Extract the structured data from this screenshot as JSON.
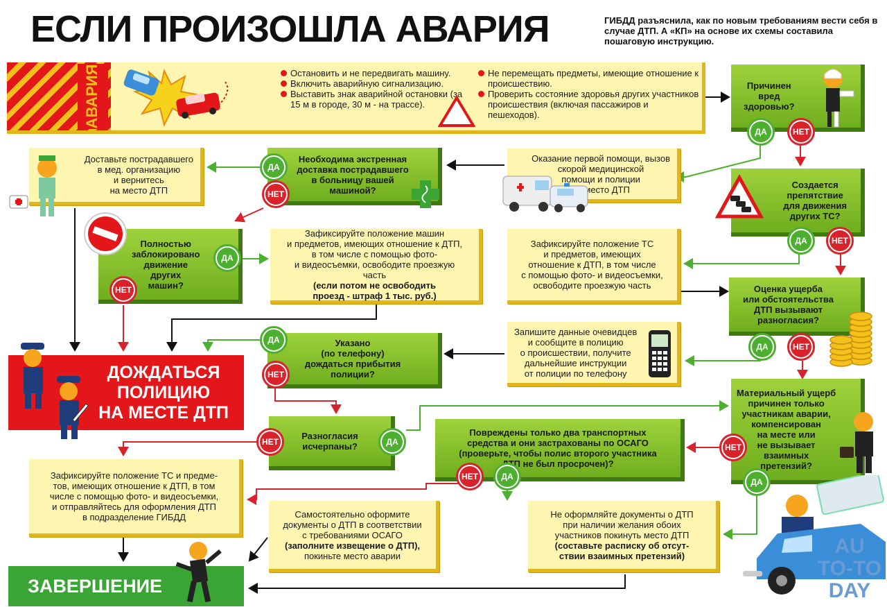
{
  "header": {
    "title": "ЕСЛИ ПРОИЗОШЛА АВАРИЯ",
    "subtitle": "ГИБДД разъяснила, как по новым требованиям вести себя в случае ДТП. А «КП» на основе их схемы составила пошаговую инструкцию."
  },
  "accident_panel": {
    "label": "АВАРИЯ",
    "bullets_left": [
      "Остановить и не передвигать машину.",
      "Включить аварийную сигнализацию.",
      "Выставить знак аварийной остановки (за 15 м в городе, 30 м - на трассе)."
    ],
    "bullets_right": [
      "Не перемещать предметы, имеющие отношение к происшествию.",
      "Проверить состояние здоровья других участников происшествия (включая пассажиров и пешеходов)."
    ]
  },
  "labels": {
    "yes": "ДА",
    "no": "НЕТ"
  },
  "nodes": {
    "health": "Причинен\nвред\nздоровью?",
    "first_aid": "Оказание первой помощи, вызов\nскорой медицинской\nпомощи и полиции\nна место ДТП",
    "emergency": "Необходима экстренная\nдоставка пострадавшего\nв больницу вашей\nмашиной?",
    "deliver": "Доставьте пострадавшего\nв мед. организацию\nи вернитесь\nна место ДТП",
    "obstacle": "Создается\nпрепятствие\nдля движения\nдругих ТС?",
    "blocked": "Полностью\nзаблокировано\nдвижение\nдругих\nмашин?",
    "fix_release_main": "Зафиксируйте положение машин\nи предметов, имеющих отношение к ДТП,\nв том числе с помощью фото-\nи видеосъемки, освободите проезжую\nчасть",
    "fix_release_bold": "(если потом не освободить\nпроезд -  штраф 1 тыс. руб.)",
    "fix_release2": "Зафиксируйте положение ТС\nи предметов, имеющих\nотношение к ДТП, в том числе\nс помощью фото- и видеосъемки,\nосвободите проезжую часть",
    "dispute": "Оценка ущерба\nили обстоятельства\nДТП вызывают\nразногласия?",
    "witnesses": "Запишите данные очевидцев\nи сообщите в полицию\nо происшествии, получите\nдальнейшие инструкции\nот полиции по телефону",
    "phone": "Указано\n(по телефону)\nдождаться прибытия\nполиции?",
    "wait_police": "ДОЖДАТЬСЯ\nПОЛИЦИЮ\nНА МЕСТЕ ДТП",
    "material": "Материальный ущерб\nпричинен только\nучастникам аварии,\nкомпенсирован\nна месте или\nне вызывает\nвзаимных\nпретензий?",
    "osago_q": "Повреждены только два транспортных\nсредства и они застрахованы по ОСАГО\n(проверьте, чтобы полис второго участника\nДТП не был просрочен)?",
    "resolved": "Разногласия\nисчерпаны?",
    "fix_gibdd": "Зафиксируйте положение ТС и предме-\nтов, имеющих отношение к ДТП, в том\nчисле с помощью фото- и видеосъемки,\nи отправляйтесь для оформления  ДТП\nв подразделение ГИБДД",
    "self_main": "Самостоятельно оформите\nдокументы о ДТП в соответствии\nс требованиями ОСАГО",
    "self_bold": "(заполните извещение о ДТП),",
    "self_end": "покиньте место аварии",
    "nodocs_main": "Не оформляйте документы о ДТП\nпри наличии желания обоих\nучастников покинуть место ДТП",
    "nodocs_bold": "(составьте расписку об отсут-\nствии взаимных претензий)",
    "finish": "ЗАВЕРШЕНИЕ"
  },
  "watermark": {
    "line1": "AU",
    "line2": "TO-TO",
    "line3": "DAY"
  },
  "colors": {
    "yes": "#4caf2f",
    "no": "#d9232b",
    "question": "#8cc63f",
    "info": "#fef6b0",
    "wait": "#e3161a",
    "finish": "#3aa535"
  }
}
